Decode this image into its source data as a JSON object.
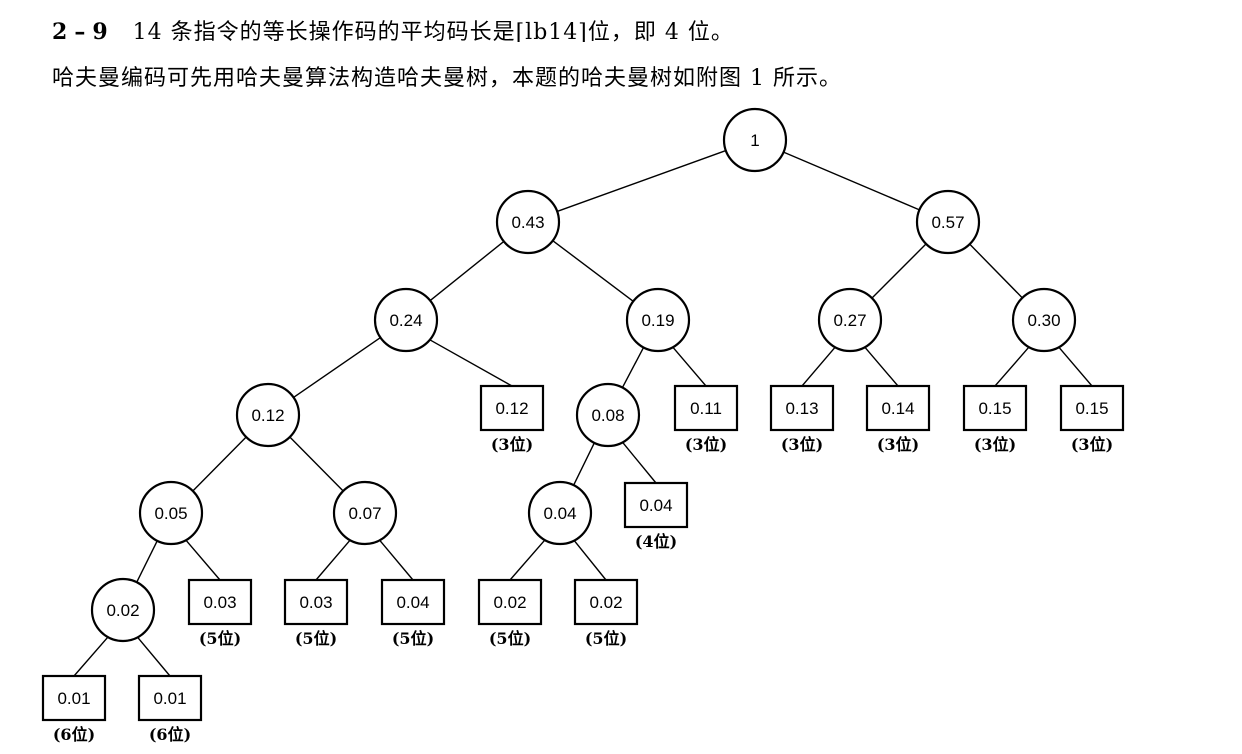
{
  "problem": {
    "number": "2",
    "sub": "9",
    "line1_rest": "14 条指令的等长操作码的平均码长是⌈lb14⌉位，即 4 位。",
    "line2": "哈夫曼编码可先用哈夫曼算法构造哈夫曼树，本题的哈夫曼树如附图 1 所示。"
  },
  "tree": {
    "nodes": [
      {
        "id": "root",
        "label": "1",
        "type": "internal"
      },
      {
        "id": "n043",
        "label": "0.43",
        "type": "internal"
      },
      {
        "id": "n057",
        "label": "0.57",
        "type": "internal"
      },
      {
        "id": "n024",
        "label": "0.24",
        "type": "internal"
      },
      {
        "id": "n019",
        "label": "0.19",
        "type": "internal"
      },
      {
        "id": "n027",
        "label": "0.27",
        "type": "internal"
      },
      {
        "id": "n030",
        "label": "0.30",
        "type": "internal"
      },
      {
        "id": "n012",
        "label": "0.12",
        "type": "internal"
      },
      {
        "id": "l012",
        "label": "0.12",
        "type": "leaf",
        "bits": "(3位)"
      },
      {
        "id": "n008",
        "label": "0.08",
        "type": "internal"
      },
      {
        "id": "l011",
        "label": "0.11",
        "type": "leaf",
        "bits": "(3位)"
      },
      {
        "id": "l013",
        "label": "0.13",
        "type": "leaf",
        "bits": "(3位)"
      },
      {
        "id": "l014",
        "label": "0.14",
        "type": "leaf",
        "bits": "(3位)"
      },
      {
        "id": "l015a",
        "label": "0.15",
        "type": "leaf",
        "bits": "(3位)"
      },
      {
        "id": "l015b",
        "label": "0.15",
        "type": "leaf",
        "bits": "(3位)"
      },
      {
        "id": "n005",
        "label": "0.05",
        "type": "internal"
      },
      {
        "id": "n007",
        "label": "0.07",
        "type": "internal"
      },
      {
        "id": "n004",
        "label": "0.04",
        "type": "internal"
      },
      {
        "id": "l004a",
        "label": "0.04",
        "type": "leaf",
        "bits": "(4位)"
      },
      {
        "id": "n002",
        "label": "0.02",
        "type": "internal"
      },
      {
        "id": "l003a",
        "label": "0.03",
        "type": "leaf",
        "bits": "(5位)"
      },
      {
        "id": "l003b",
        "label": "0.03",
        "type": "leaf",
        "bits": "(5位)"
      },
      {
        "id": "l004b",
        "label": "0.04",
        "type": "leaf",
        "bits": "(5位)"
      },
      {
        "id": "l002a",
        "label": "0.02",
        "type": "leaf",
        "bits": "(5位)"
      },
      {
        "id": "l002b",
        "label": "0.02",
        "type": "leaf",
        "bits": "(5位)"
      },
      {
        "id": "l001a",
        "label": "0.01",
        "type": "leaf",
        "bits": "(6位)"
      },
      {
        "id": "l001b",
        "label": "0.01",
        "type": "leaf",
        "bits": "(6位)"
      }
    ],
    "edges": [
      [
        "root",
        "n043"
      ],
      [
        "root",
        "n057"
      ],
      [
        "n043",
        "n024"
      ],
      [
        "n043",
        "n019"
      ],
      [
        "n057",
        "n027"
      ],
      [
        "n057",
        "n030"
      ],
      [
        "n024",
        "n012"
      ],
      [
        "n024",
        "l012"
      ],
      [
        "n019",
        "n008"
      ],
      [
        "n019",
        "l011"
      ],
      [
        "n027",
        "l013"
      ],
      [
        "n027",
        "l014"
      ],
      [
        "n030",
        "l015a"
      ],
      [
        "n030",
        "l015b"
      ],
      [
        "n012",
        "n005"
      ],
      [
        "n012",
        "n007"
      ],
      [
        "n008",
        "n004"
      ],
      [
        "n008",
        "l004a"
      ],
      [
        "n005",
        "n002"
      ],
      [
        "n005",
        "l003a"
      ],
      [
        "n007",
        "l003b"
      ],
      [
        "n007",
        "l004b"
      ],
      [
        "n004",
        "l002a"
      ],
      [
        "n004",
        "l002b"
      ],
      [
        "n002",
        "l001a"
      ],
      [
        "n002",
        "l001b"
      ]
    ]
  }
}
